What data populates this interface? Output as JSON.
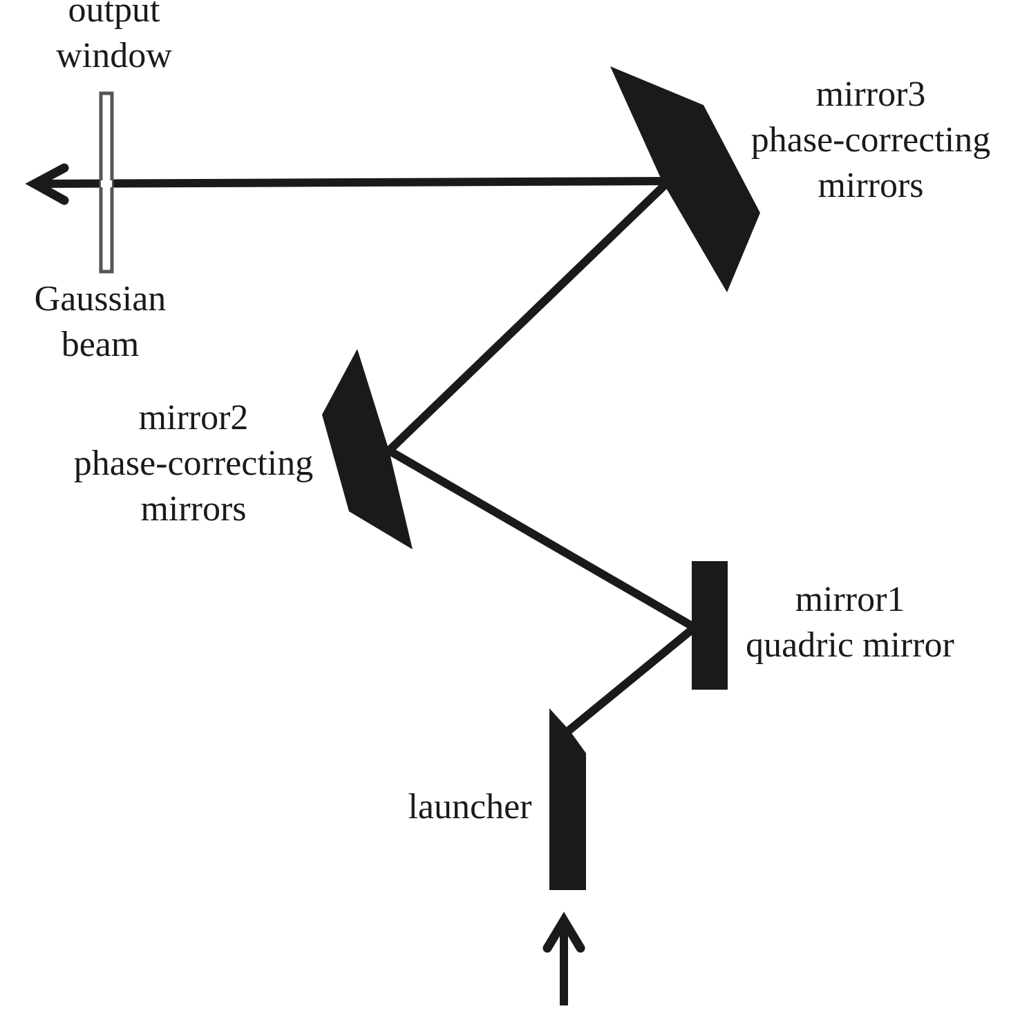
{
  "diagram": {
    "title": "Quasi-optical mode converter beam path",
    "colors": {
      "ink": "#1a1a1a",
      "window_stroke": "#555555",
      "background": "#ffffff"
    },
    "components": [
      {
        "id": "output-window",
        "lines": [
          "output",
          "window"
        ]
      },
      {
        "id": "gaussian-beam",
        "lines": [
          "Gaussian",
          "beam"
        ]
      },
      {
        "id": "mirror3",
        "lines": [
          "mirror3",
          "phase-correcting",
          "mirrors"
        ]
      },
      {
        "id": "mirror2",
        "lines": [
          "mirror2",
          "phase-correcting",
          "mirrors"
        ]
      },
      {
        "id": "mirror1",
        "lines": [
          "mirror1",
          "quadric mirror"
        ]
      },
      {
        "id": "launcher",
        "lines": [
          "launcher"
        ]
      }
    ],
    "beam_path": [
      "input",
      "launcher",
      "mirror1",
      "mirror2",
      "mirror3",
      "output-window",
      "output"
    ],
    "icons": {
      "input_arrow": "arrow-up-icon",
      "output_arrow": "arrow-left-icon"
    }
  }
}
